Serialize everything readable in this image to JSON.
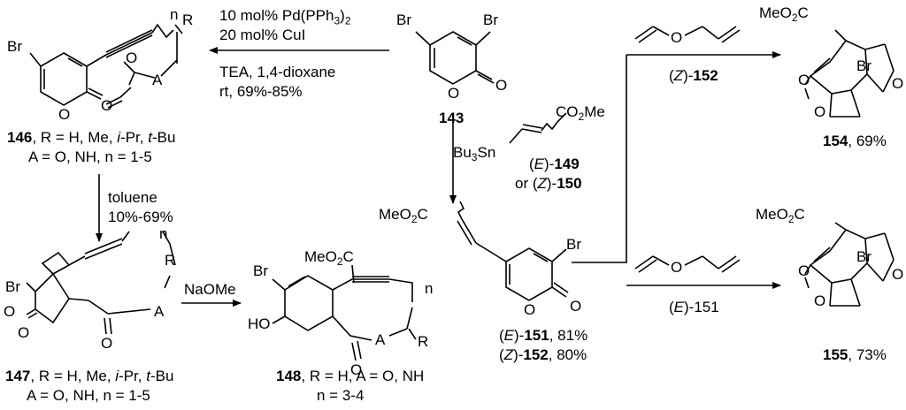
{
  "compounds": {
    "c143": {
      "id": "143"
    },
    "c146": {
      "id": "146",
      "r_text": ", R = H, Me, ",
      "r_ipr": "i",
      "r_ipr_rest": "-Pr, ",
      "r_tbu": "t",
      "r_tbu_rest": "-Bu",
      "line2": "A = O, NH, n = 1-5"
    },
    "c147": {
      "id": "147",
      "r_text": ", R = H, Me, ",
      "r_ipr": "i",
      "r_ipr_rest": "-Pr, ",
      "r_tbu": "t",
      "r_tbu_rest": "-Bu",
      "line2": "A = O, NH, n = 1-5"
    },
    "c148": {
      "id": "148",
      "r_text": ", R = H, A = O, NH",
      "line2": "n = 3-4"
    },
    "c151": {
      "pre": "(",
      "iso": "E",
      "post": ")-",
      "id": "151",
      "yield": ", 81%"
    },
    "c152": {
      "pre": "(",
      "iso": "Z",
      "post": ")-",
      "id": "152",
      "yield": ", 80%"
    },
    "c154": {
      "id": "154",
      "yield": ", 69%"
    },
    "c155": {
      "id": "155",
      "yield": ", 73%"
    }
  },
  "conditions": {
    "sonogashira": [
      "10 mol% Pd(PPh",
      "3",
      ")",
      "2",
      "20 mol% CuI",
      "TEA, 1,4-dioxane",
      "rt, 69%-85%"
    ],
    "thermal": [
      "toluene",
      "10%-69%"
    ],
    "base": "NaOMe",
    "stille_reagent": {
      "e": "(",
      "e_iso": "E",
      "e_post": ")-",
      "e_id": "149",
      "or": "or (",
      "z_iso": "Z",
      "z_post": ")-",
      "z_id": "150"
    },
    "to154": {
      "pre": "(",
      "iso": "Z",
      "post": ")-",
      "id": "152"
    },
    "to155": {
      "pre": "(",
      "iso": "E",
      "post": ")-151"
    }
  },
  "atoms": {
    "Br": "Br",
    "O": "O",
    "A": "A",
    "R": "R",
    "n": "n",
    "HO": "HO",
    "MeO2C": "MeO",
    "two": "2",
    "C": "C",
    "CO2Me_a": "CO",
    "CO2Me_b": "Me",
    "Bu3Sn_a": "Bu",
    "Bu3Sn_b": "Sn"
  }
}
